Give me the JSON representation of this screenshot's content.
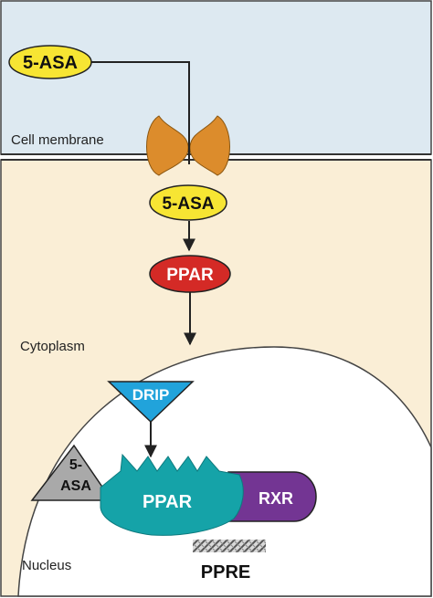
{
  "labels": {
    "cell_membrane": "Cell membrane",
    "cytoplasm": "Cytoplasm",
    "nucleus": "Nucleus",
    "ppre": "PPRE"
  },
  "nodes": {
    "asa_outside": "5-ASA",
    "asa_inside": "5-ASA",
    "ppar_cytoplasm": "PPAR",
    "drip": "DRIP",
    "asa_triangle_line1": "5-",
    "asa_triangle_line2": "ASA",
    "ppar_nucleus": "PPAR",
    "rxr": "RXR"
  },
  "colors": {
    "extracellular": "#dde9f1",
    "cytoplasm": "#faeed6",
    "nucleus": "#ffffff",
    "ligand_yellow": "#f7e533",
    "ppar_red": "#d42a26",
    "receptor_orange": "#dc8c2c",
    "drip_blue": "#21a3db",
    "ppar_teal": "#15a3a8",
    "rxr_purple": "#733593",
    "triangle_gray": "#a9a9a9"
  }
}
